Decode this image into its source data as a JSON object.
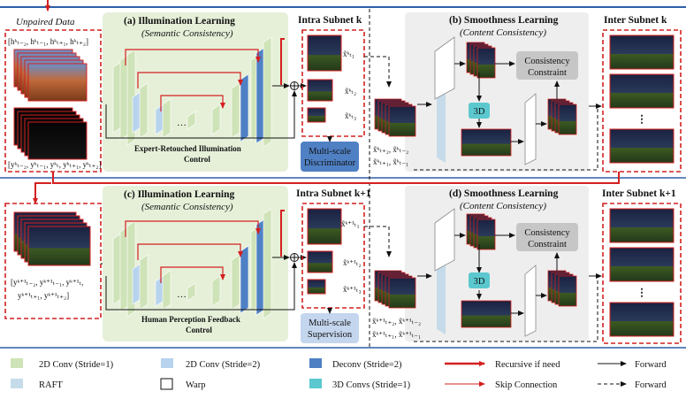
{
  "colors": {
    "conv_green": "#cfe3b8",
    "conv_blue_light": "#b7d3ee",
    "deconv_blue": "#4f80c4",
    "raft": "#c5dbe9",
    "conv3d": "#5bc8cf",
    "red": "#d42020",
    "panel_green": "#e6f0d9",
    "panel_gray": "#eeeeee",
    "blue_line": "#2e5ea8"
  },
  "top": {
    "unpaired_label": "Unpaired Data",
    "h_seq": "[hᵏₜ₋₂, hᵏₜ₋₁, hᵏₜ₊₁, hᵏₜ₊₂]",
    "y_seq": "[yᵏₜ₋₂, yᵏₜ₋₁, yᵏₜ, yᵏₜ₊₁, yᵏₜ₊₂]",
    "panel_a_title": "(a)  Illumination Learning",
    "panel_a_sub": "(Semantic Consistency)",
    "panel_a_caption_1": "Expert-Retouched Illumination",
    "panel_a_caption_2": "Control",
    "intra_title": "Intra Subnet k",
    "x1": "x̃ᵏₜ₁",
    "x2": "x̃ᵏₜ₂",
    "x3": "x̃ᵏₜ₃",
    "disc_1": "Multi-scale",
    "disc_2": "Discriminator",
    "panel_b_title": "(b) Smoothness Learning",
    "panel_b_sub": "(Content Consistency)",
    "consistency_1": "Consistency",
    "consistency_2": "Constraint",
    "conv3d_label": "3D",
    "flow_l1": "x̃ᵏₜ₊₂, x̃ᵏₜ₋₂",
    "flow_l2": "x̃ᵏₜ₊₁, x̃ᵏₜ₋₁",
    "inter_title": "Inter Subnet k",
    "dots": "⋮"
  },
  "bottom": {
    "y_seq_1": "[yᵏ⁺¹ₜ₋₂, yᵏ⁺¹ₜ₋₁, yᵏ⁺¹ₜ,",
    "y_seq_2": "yᵏ⁺¹ₜ₊₁, yᵏ⁺¹ₜ₊₂]",
    "panel_c_title": "(c)  Illumination Learning",
    "panel_c_sub": "(Semantic Consistency)",
    "panel_c_caption_1": "Human Perception Feedback",
    "panel_c_caption_2": "Control",
    "intra_title": "Intra Subnet k+1",
    "x1": "x̃ᵏ⁺¹ₜ₁",
    "x2": "x̃ᵏ⁺¹ₜ₂",
    "x3": "x̃ᵏ⁺¹ₜ₃",
    "sup_1": "Multi-scale",
    "sup_2": "Supervision",
    "panel_d_title": "(d) Smoothness Learning",
    "panel_d_sub": "(Content Consistency)",
    "consistency_1": "Consistency",
    "consistency_2": "Constraint",
    "conv3d_label": "3D",
    "flow_l1": "x̃ᵏ⁺¹ₜ₊₂, x̃ᵏ⁺¹ₜ₋₂",
    "flow_l2": "x̃ᵏ⁺¹ₜ₊₁, x̃ᵏ⁺¹ₜ₋₁",
    "inter_title": "Inter Subnet k+1",
    "dots": "⋮"
  },
  "legend": {
    "conv2d_s1": "2D Conv (Stride=1)",
    "conv2d_s2": "2D Conv (Stride=2)",
    "deconv": "Deconv (Stride=2)",
    "recursive": "Recursive if need",
    "forward_solid": "Forward",
    "raft": "RAFT",
    "warp": "Warp",
    "conv3d": "3D Convs (Stride=1)",
    "skip": "Skip Connection",
    "forward_dashed": "Forward"
  }
}
